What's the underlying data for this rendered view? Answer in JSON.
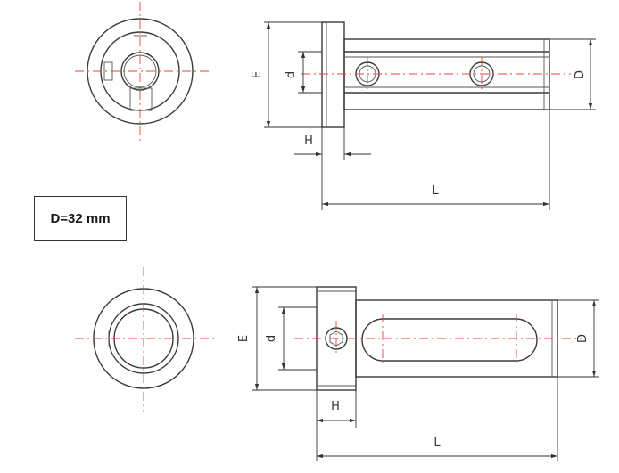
{
  "spec": {
    "text": "D=32 mm"
  },
  "dimensions": {
    "top": {
      "E": "E",
      "d": "d",
      "D": "D",
      "H": "H",
      "L": "L"
    },
    "bottom": {
      "E": "E",
      "d": "d",
      "D": "D",
      "H": "H",
      "L": "L"
    }
  },
  "colors": {
    "outline": "#3a3a3a",
    "centerline": "#e0473a",
    "dimension": "#333333"
  }
}
